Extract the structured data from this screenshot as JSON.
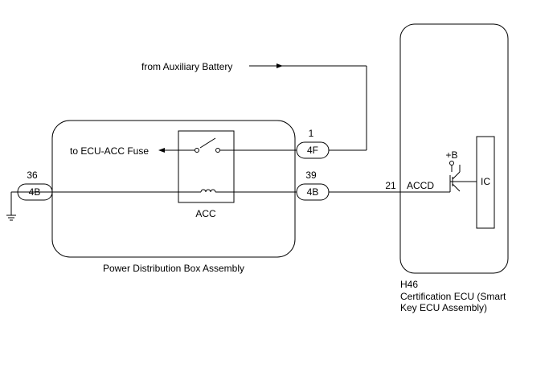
{
  "labels": {
    "from_aux_battery": "from Auxiliary Battery",
    "to_ecu_acc_fuse": "to ECU-ACC Fuse",
    "relay_name": "ACC",
    "pdb_name": "Power Distribution Box Assembly",
    "ecu_code": "H46",
    "ecu_name_line1": "Certification ECU (Smart",
    "ecu_name_line2": "Key ECU Assembly)",
    "ic": "IC",
    "plus_b": "+B",
    "accd": "ACCD"
  },
  "connectors": {
    "left": {
      "pin": "36",
      "name": "4B"
    },
    "top_right": {
      "pin": "1",
      "name": "4F"
    },
    "bottom_right": {
      "pin": "39",
      "name": "4B"
    },
    "ecu_pin": "21"
  }
}
